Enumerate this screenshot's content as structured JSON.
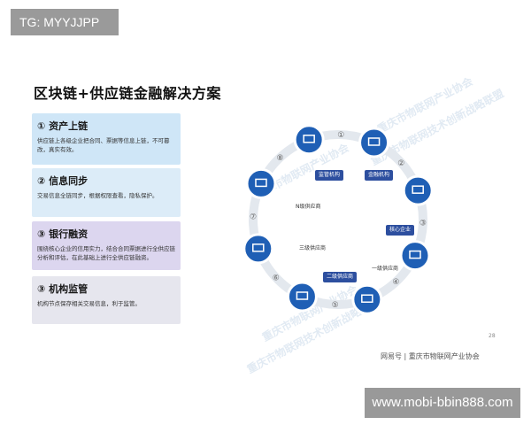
{
  "overlay": {
    "tg_label": "TG: MYYJJPP",
    "site_watermark": "www.mobi-bbin888.com"
  },
  "slide": {
    "title": "区块链+供应链金融解决方案",
    "cards": [
      {
        "num": "①",
        "title": "资产上链",
        "body": "供应链上各级企业把合同、票据等信息上链，不可篡改，真实有效。"
      },
      {
        "num": "②",
        "title": "信息同步",
        "body": "交易信息全链同步，根据权限查看，隐私保护。"
      },
      {
        "num": "③",
        "title": "银行融资",
        "body": "围绕核心企业的信用实力，结合合同票据进行全供应链分析和评估，在此基础上进行全供应链融资。"
      },
      {
        "num": "③",
        "title": "机构监管",
        "body": "机构节点保存相关交易信息，利于监管。"
      }
    ],
    "diagram": {
      "nodes": {
        "regulator": "监管机构",
        "finance": "金融机构",
        "core": "核心企业",
        "tier1": "一级供应商",
        "tier2": "二级供应商",
        "tier3": "三级供应商",
        "tierN": "N级供应商"
      },
      "numbers": [
        "①",
        "②",
        "③",
        "④",
        "⑤",
        "⑥",
        "⑦",
        "⑧"
      ]
    },
    "footer": "网易号 | 重庆市物联网产业协会",
    "page_number": "28",
    "watermark_text": "重庆市物联网产业协会",
    "watermark_text2": "重庆市物联网技术创新战略联盟"
  }
}
